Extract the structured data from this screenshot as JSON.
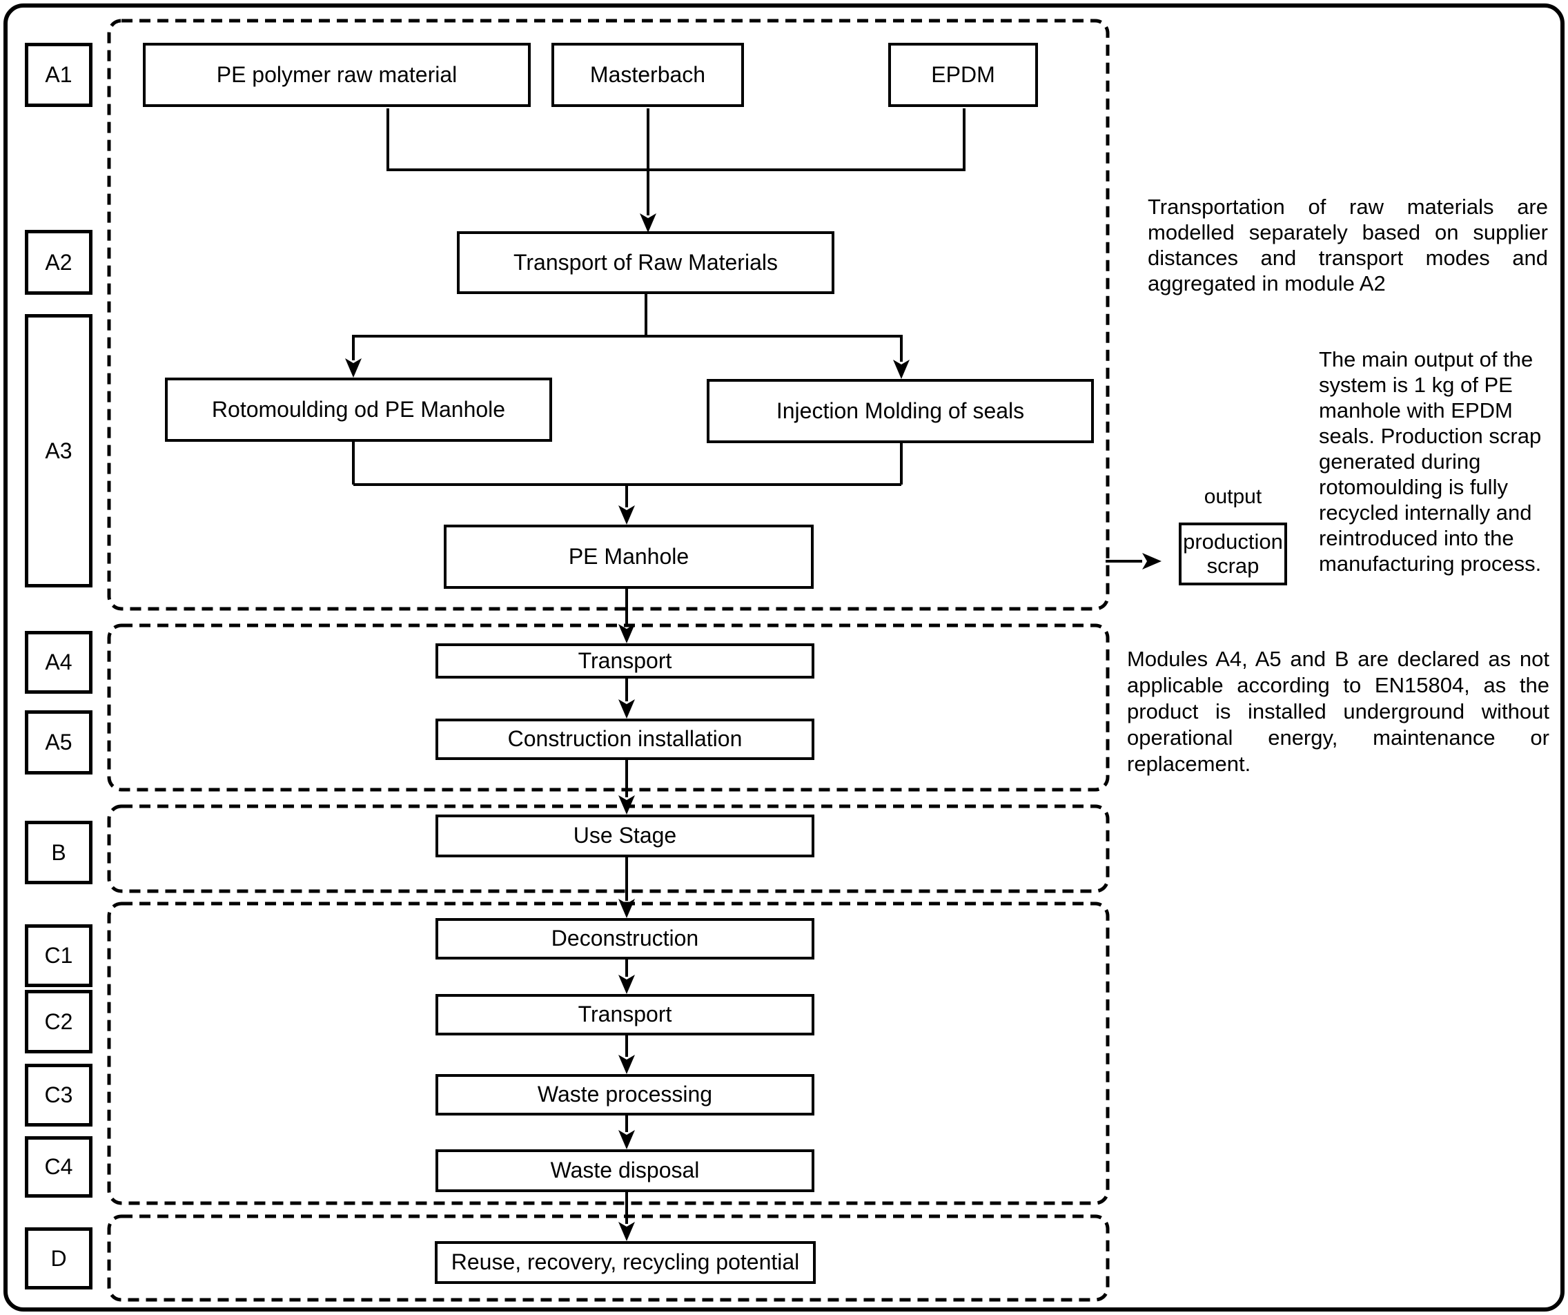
{
  "colors": {
    "ink": "#000000",
    "background": "#ffffff"
  },
  "modules": [
    "A1",
    "A2",
    "A3",
    "A4",
    "A5",
    "B",
    "C1",
    "C2",
    "C3",
    "C4",
    "D"
  ],
  "flow": {
    "pe_polymer": "PE polymer raw material",
    "masterbach": "Masterbach",
    "epdm": "EPDM",
    "transport_raw": "Transport of Raw Materials",
    "rotomoulding": "Rotomoulding od PE Manhole",
    "injection": "Injection Molding of seals",
    "pe_manhole": "PE Manhole",
    "transport_a4": "Transport",
    "construction": "Construction installation",
    "use_stage": "Use Stage",
    "deconstruction": "Deconstruction",
    "transport_c2": "Transport",
    "waste_processing": "Waste processing",
    "waste_disposal": "Waste disposal",
    "reuse": "Reuse, recovery, recycling potential"
  },
  "output": {
    "label": "output",
    "scrap_box": "production scrap"
  },
  "notes": {
    "a2": "Transportation of raw materials are modelled separately based on supplier distances and transport modes and aggregated in module A2",
    "main_output": "The main output of the system is 1 kg of PE manhole with EPDM seals. Production scrap generated during rotomoulding is fully recycled internally and reintroduced into the manufacturing process.",
    "a4_a5_b": "Modules A4, A5 and B are declared as not applicable according to EN15804, as the product is installed underground without operational energy, maintenance or replacement."
  }
}
